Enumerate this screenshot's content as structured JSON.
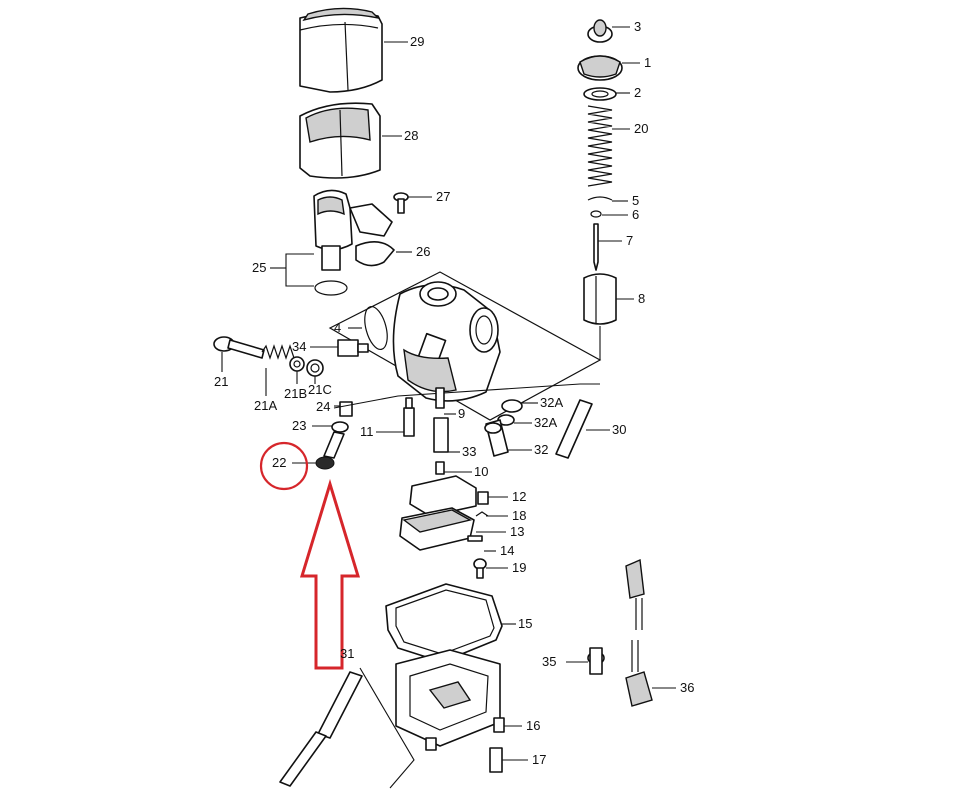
{
  "diagram": {
    "labels": [
      "29",
      "28",
      "27",
      "26",
      "25",
      "4",
      "34",
      "21",
      "21A",
      "21B",
      "21C",
      "24",
      "23",
      "22",
      "3",
      "1",
      "2",
      "20",
      "5",
      "6",
      "7",
      "8",
      "9",
      "11",
      "32A",
      "32A",
      "32",
      "30",
      "33",
      "10",
      "12",
      "18",
      "13",
      "14",
      "19",
      "15",
      "35",
      "36",
      "31",
      "16",
      "17"
    ],
    "highlight": {
      "label": "22",
      "color": "#d6262b"
    },
    "arrow_color": "#d6262b"
  }
}
